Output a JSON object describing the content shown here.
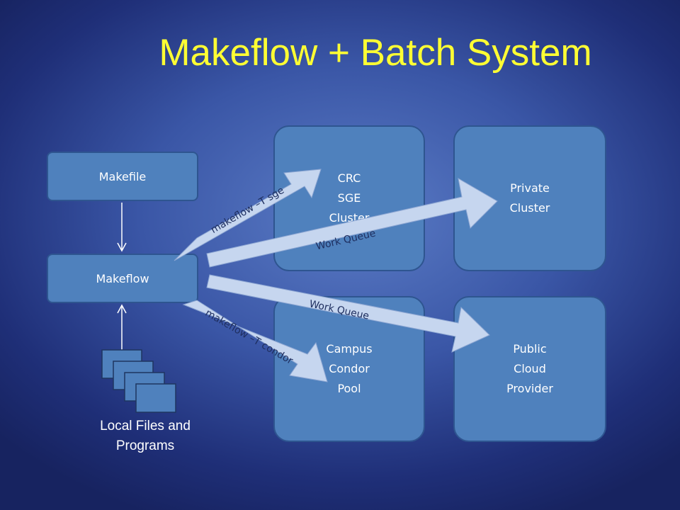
{
  "title": "Makeflow + Batch System",
  "nodes": {
    "makefile": "Makefile",
    "makeflow": "Makeflow",
    "crc": [
      "CRC",
      "SGE",
      "Cluster"
    ],
    "private": [
      "Private",
      "Cluster"
    ],
    "campus": [
      "Campus",
      "Condor",
      "Pool"
    ],
    "public": [
      "Public",
      "Cloud",
      "Provider"
    ]
  },
  "local_files": [
    "Local Files and",
    "Programs"
  ],
  "arrows": {
    "sge": "makeflow –T sge",
    "wq_private": "Work Queue",
    "wq_public": "Work Queue",
    "condor": "makeflow –T condor"
  },
  "colors": {
    "title": "#ffff33",
    "box_fill": "#4f81bd",
    "box_border": "#2e5590",
    "arrow_fill": "#c6d6ef",
    "arrow_stroke": "#8ea7d3"
  }
}
